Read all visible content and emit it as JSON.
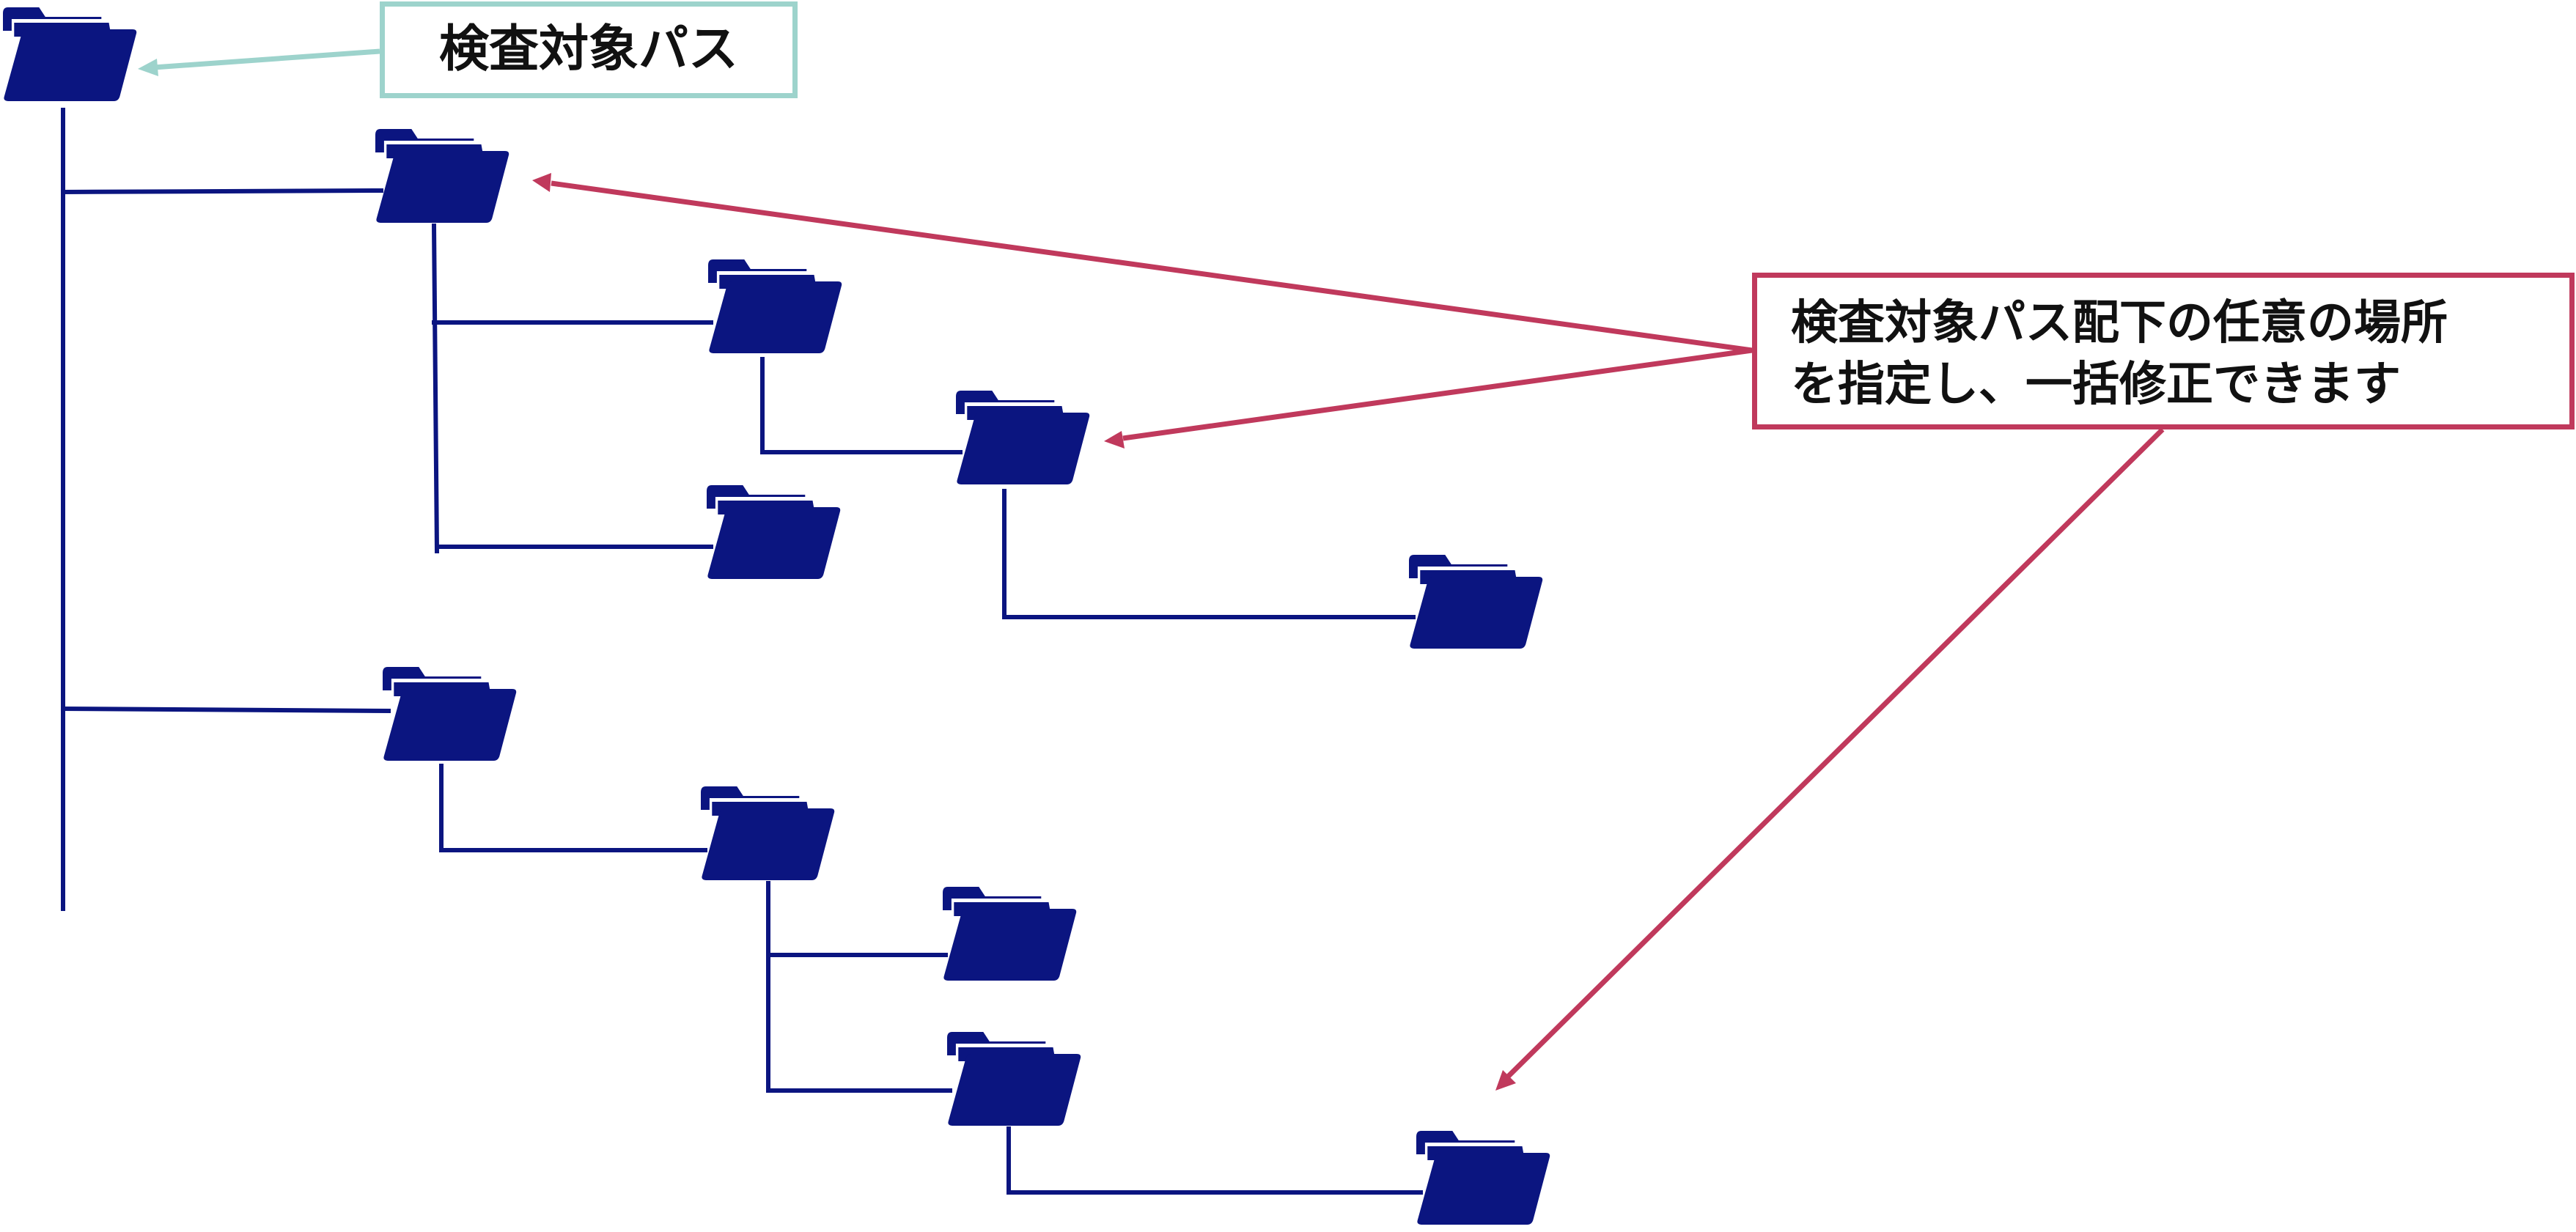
{
  "colors": {
    "folder": "#0b1580",
    "tree_line": "#0b1580",
    "root_callout": "#9dd3cc",
    "sub_callout": "#c0395c"
  },
  "icons": {
    "folder": "folder-icon"
  },
  "callouts": {
    "root_label": "検査対象パス",
    "sub_label_line1": "検査対象パス配下の任意の場所",
    "sub_label_line2": "を指定し、一括修正できます"
  }
}
